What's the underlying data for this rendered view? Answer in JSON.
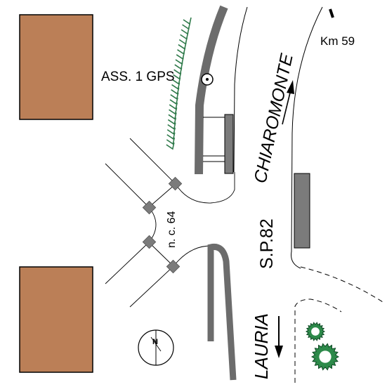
{
  "map": {
    "point_label": "ASS. 1 GPS",
    "km_label": "Km 59",
    "road_code": "S.P.82",
    "direction_north": "CHIAROMONTE",
    "direction_south": "LAURIA",
    "civic_number": "n. c. 64",
    "north_letter": "N"
  },
  "colors": {
    "building": "#bb7f57",
    "wall": "#7b7b7b",
    "hedge": "#2f7a4a",
    "shrub": "#2d8a4a"
  }
}
